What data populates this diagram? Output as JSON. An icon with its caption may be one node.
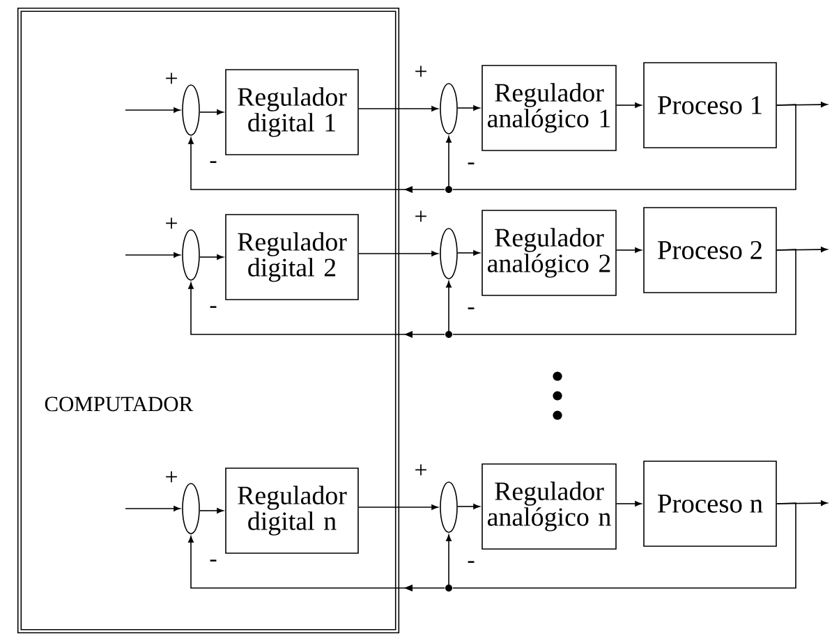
{
  "diagram": {
    "nodes": [
      {
        "text": [
          "COMPUTADOR"
        ]
      },
      {
        "text": [],
        "shape": "ellipse",
        "in": 0
      },
      {
        "text": [
          "Regulador digital 1"
        ],
        "in": 0
      },
      {
        "text": [],
        "shape": "ellipse"
      },
      {
        "text": [
          "Regulador analógico 1"
        ]
      },
      {
        "text": [
          "Proceso 1"
        ]
      },
      {
        "text": [],
        "shape": "dot"
      },
      {
        "text": [],
        "shape": "ellipse",
        "in": 0
      },
      {
        "text": [
          "Regulador digital 2"
        ],
        "in": 0
      },
      {
        "text": [],
        "shape": "ellipse"
      },
      {
        "text": [
          "Regulador analógico 2"
        ]
      },
      {
        "text": [
          "Proceso 2"
        ]
      },
      {
        "text": [],
        "shape": "dot"
      },
      {
        "text": [],
        "shape": "ellipse",
        "in": 0
      },
      {
        "text": [
          "Regulador digital n"
        ],
        "in": 0
      },
      {
        "text": [],
        "shape": "ellipse"
      },
      {
        "text": [
          "Regulador analógico n"
        ]
      },
      {
        "text": [
          "Proceso n"
        ]
      },
      {
        "text": [],
        "shape": "dot"
      }
    ],
    "edges": [
      {
        "from": null,
        "to": 1,
        "arrow": "to"
      },
      {
        "from": 1,
        "to": 2,
        "arrow": "to"
      },
      {
        "from": 2,
        "to": 3,
        "arrow": "to"
      },
      {
        "from": 3,
        "to": 4,
        "arrow": "to"
      },
      {
        "from": 4,
        "to": 5,
        "arrow": "to"
      },
      {
        "from": 5,
        "to": null,
        "arrow": "to"
      },
      {
        "from": 5,
        "to": 6,
        "arrow": "none"
      },
      {
        "from": 6,
        "to": 3,
        "arrow": "to"
      },
      {
        "from": 6,
        "to": 1,
        "arrow": "to"
      },
      {
        "from": null,
        "to": 7,
        "arrow": "to"
      },
      {
        "from": 7,
        "to": 8,
        "arrow": "to"
      },
      {
        "from": 8,
        "to": 9,
        "arrow": "to"
      },
      {
        "from": 9,
        "to": 10,
        "arrow": "to"
      },
      {
        "from": 10,
        "to": 11,
        "arrow": "to"
      },
      {
        "from": 11,
        "to": null,
        "arrow": "to"
      },
      {
        "from": 11,
        "to": 12,
        "arrow": "none"
      },
      {
        "from": 12,
        "to": 9,
        "arrow": "to"
      },
      {
        "from": 12,
        "to": 7,
        "arrow": "to"
      },
      {
        "from": null,
        "to": 13,
        "arrow": "to"
      },
      {
        "from": 13,
        "to": 14,
        "arrow": "to"
      },
      {
        "from": 14,
        "to": 15,
        "arrow": "to"
      },
      {
        "from": 15,
        "to": 16,
        "arrow": "to"
      },
      {
        "from": 16,
        "to": 17,
        "arrow": "to"
      },
      {
        "from": 17,
        "to": null,
        "arrow": "to"
      },
      {
        "from": 17,
        "to": 18,
        "arrow": "none"
      },
      {
        "from": 18,
        "to": 15,
        "arrow": "to"
      },
      {
        "from": 18,
        "to": 13,
        "arrow": "to"
      }
    ],
    "labels": [
      "+",
      "+",
      "-",
      "-",
      "+",
      "+",
      "-",
      "-",
      "+",
      "+",
      "-",
      "-"
    ]
  }
}
